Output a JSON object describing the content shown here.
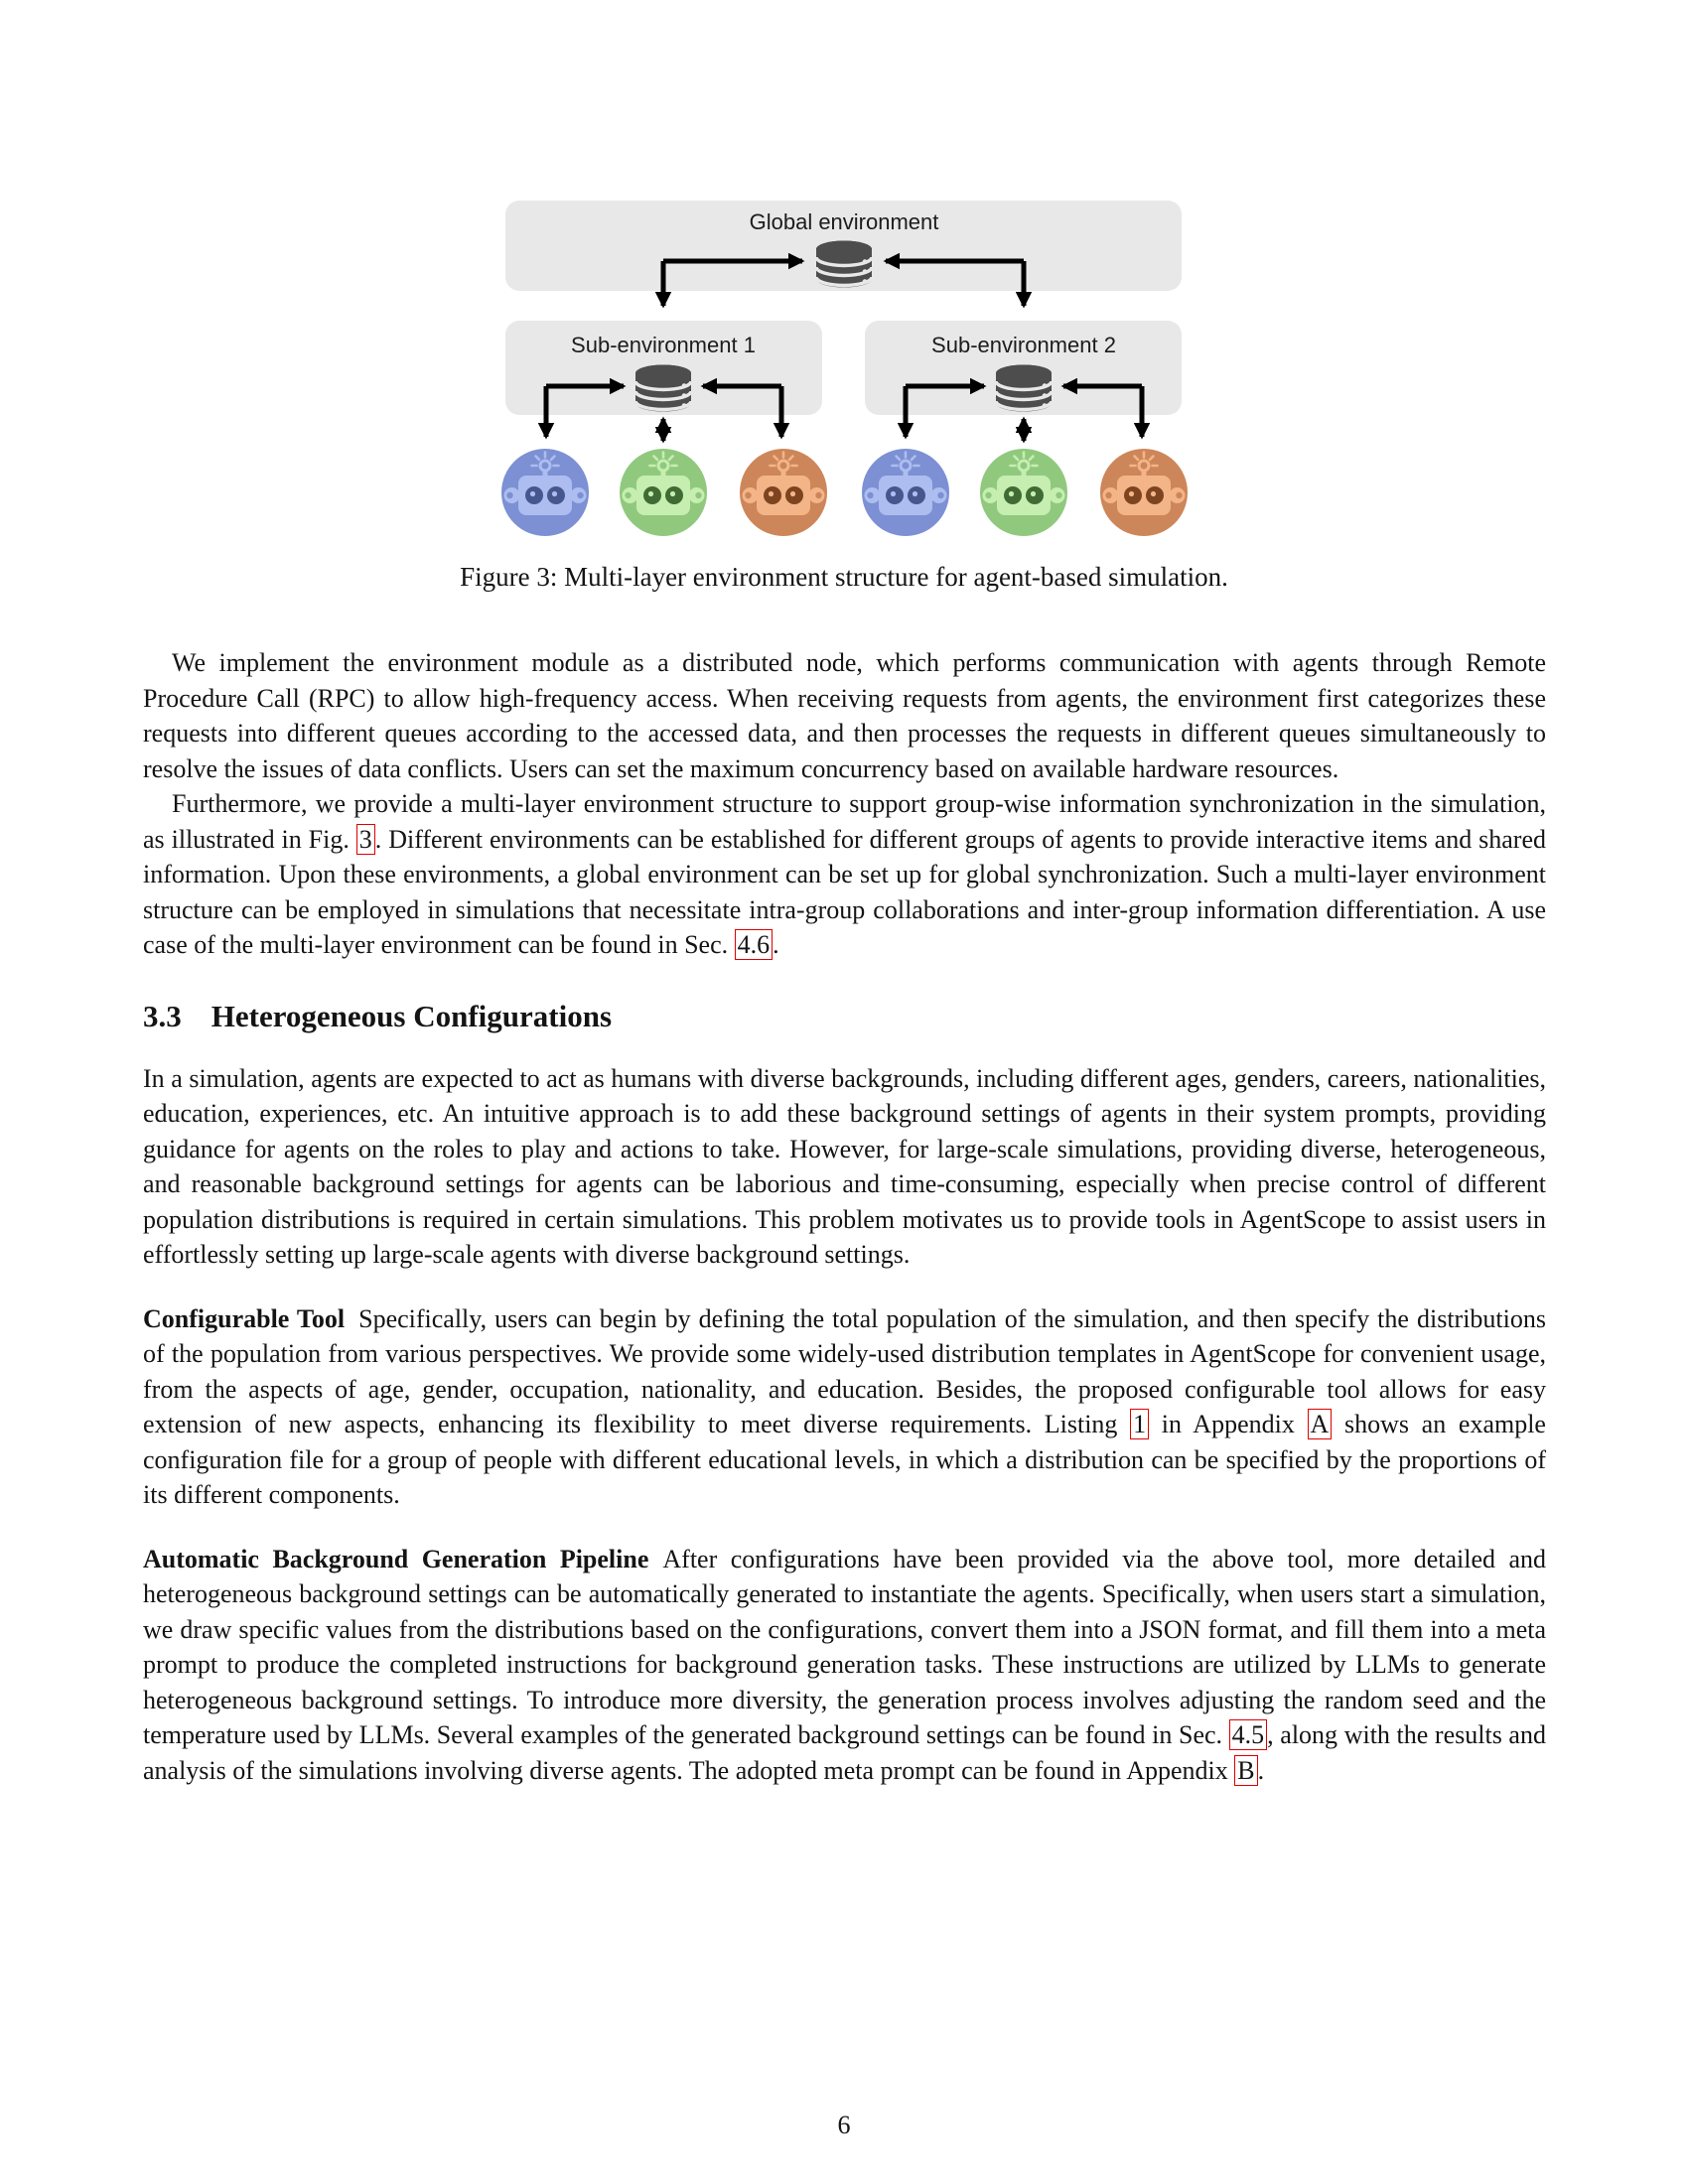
{
  "figure": {
    "global_label": "Global environment",
    "sub1_label": "Sub-environment 1",
    "sub2_label": "Sub-environment 2",
    "caption": "Figure 3: Multi-layer environment structure for agent-based simulation.",
    "colors": {
      "box_bg": "#e8e8e8",
      "database": "#4d4d4d",
      "arrow": "#000000",
      "link_box": "#dd0000",
      "agents": [
        {
          "name": "blue",
          "base": "#7c90d3",
          "light": "#adbdf0",
          "dark": "#46578f"
        },
        {
          "name": "green",
          "base": "#90c97e",
          "light": "#c6eeb1",
          "dark": "#406b34"
        },
        {
          "name": "orange",
          "base": "#cd8659",
          "light": "#f3b488",
          "dark": "#7d441f"
        }
      ]
    }
  },
  "content": {
    "para1": {
      "text": "We implement the environment module as a distributed node, which performs communication with agents through Remote Procedure Call (RPC) to allow high-frequency access. When receiving requests from agents, the environment first categorizes these requests into different queues according to the accessed data, and then processes the requests in different queues simultaneously to resolve the issues of data conflicts. Users can set the maximum concurrency based on available hardware resources."
    },
    "para2": {
      "pre": "Furthermore, we provide a multi-layer environment structure to support group-wise information synchronization in the simulation, as illustrated in Fig. ",
      "ref1": "3",
      "mid": ". Different environments can be established for different groups of agents to provide interactive items and shared information. Upon these environments, a global environment can be set up for global synchronization. Such a multi-layer environment structure can be employed in simulations that necessitate intra-group collaborations and inter-group information differentiation. A use case of the multi-layer environment can be found in Sec. ",
      "ref2": "4.6",
      "post": "."
    },
    "heading": {
      "number": "3.3",
      "title": "Heterogeneous Configurations"
    },
    "para3": {
      "text": "In a simulation, agents are expected to act as humans with diverse backgrounds, including different ages, genders, careers, nationalities, education, experiences, etc. An intuitive approach is to add these background settings of agents in their system prompts, providing guidance for agents on the roles to play and actions to take. However, for large-scale simulations, providing diverse, heterogeneous, and reasonable background settings for agents can be laborious and time-consuming, especially when precise control of different population distributions is required in certain simulations. This problem motivates us to provide tools in AgentScope to assist users in effortlessly setting up large-scale agents with diverse background settings."
    },
    "para4": {
      "lead": "Configurable Tool",
      "pre": "Specifically, users can begin by defining the total population of the simulation, and then specify the distributions of the population from various perspectives. We provide some widely-used distribution templates in AgentScope for convenient usage, from the aspects of age, gender, occupation, nationality, and education. Besides, the proposed configurable tool allows for easy extension of new aspects, enhancing its flexibility to meet diverse requirements. Listing ",
      "ref1": "1",
      "mid": " in Appendix ",
      "ref2": "A",
      "post": " shows an example configuration file for a group of people with different educational levels, in which a distribution can be specified by the proportions of its different components."
    },
    "para5": {
      "lead": "Automatic Background Generation Pipeline",
      "pre": "After configurations have been provided via the above tool, more detailed and heterogeneous background settings can be automatically generated to instantiate the agents. Specifically, when users start a simulation, we draw specific values from the distributions based on the configurations, convert them into a JSON format, and fill them into a meta prompt to produce the completed instructions for background generation tasks. These instructions are utilized by LLMs to generate heterogeneous background settings. To introduce more diversity, the generation process involves adjusting the random seed and the temperature used by LLMs. Several examples of the generated background settings can be found in Sec. ",
      "ref1": "4.5",
      "mid": ", along with the results and analysis of the simulations involving diverse agents. The adopted meta prompt can be found in Appendix ",
      "ref2": "B",
      "post": "."
    },
    "page_number": "6"
  }
}
